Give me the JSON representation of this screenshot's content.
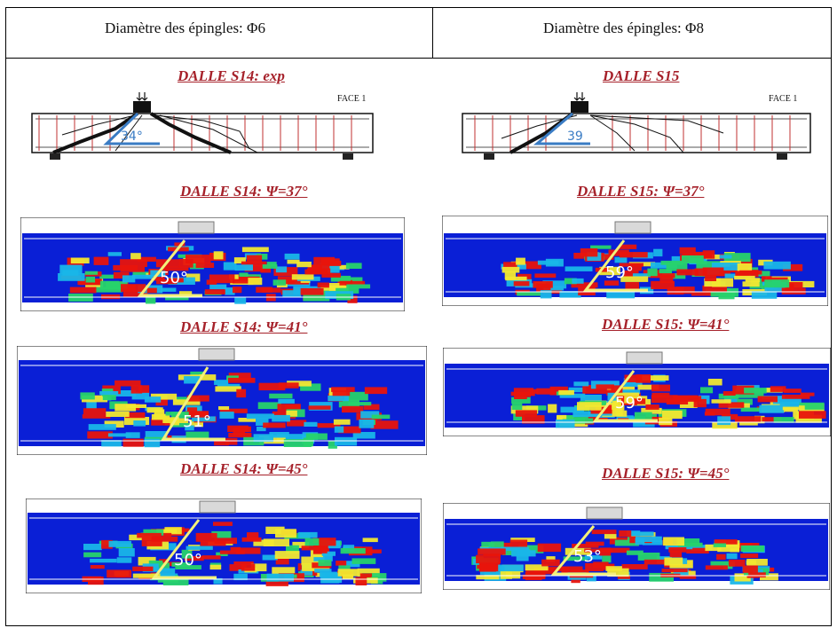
{
  "headers": {
    "left": "Diamètre des épingles: Φ6",
    "right": "Diamètre des épingles: Φ8"
  },
  "face_label": "FACE 1",
  "left_column": {
    "exp_title": "DALLE S14: exp",
    "exp_angle": "34°",
    "sims": [
      {
        "title": "DALLE S14: Ψ=37°",
        "angle": "50°"
      },
      {
        "title": "DALLE S14: Ψ=41°",
        "angle": "51°"
      },
      {
        "title": "DALLE S14: Ψ=45°",
        "angle": "50°"
      }
    ]
  },
  "right_column": {
    "exp_title": "DALLE S15",
    "exp_angle": "39",
    "sims": [
      {
        "title": "DALLE S15: Ψ=37°",
        "angle": "59°"
      },
      {
        "title": "DALLE S15: Ψ=41°",
        "angle": "59°"
      },
      {
        "title": "DALLE S15: Ψ=45°",
        "angle": "53°"
      }
    ]
  },
  "colors": {
    "title_red": "#a6212a",
    "sim_blue": "#0a1fd6",
    "crack_red": "#e8140c",
    "mid_yellow": "#f2e830",
    "mid_green": "#27d36b",
    "mid_cyan": "#19b6e8",
    "angle_yellow": "#f3f07a",
    "exp_blue": "#3a7cc4"
  }
}
